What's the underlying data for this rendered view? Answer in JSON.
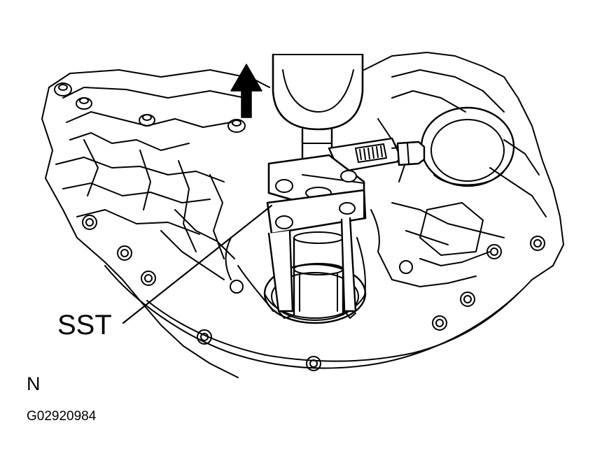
{
  "labels": {
    "tool": "SST",
    "view": "N",
    "figure_id": "G02920984"
  },
  "colors": {
    "ink": "#000000",
    "paper": "#ffffff"
  },
  "icons": {
    "direction": "up-arrow-icon"
  }
}
